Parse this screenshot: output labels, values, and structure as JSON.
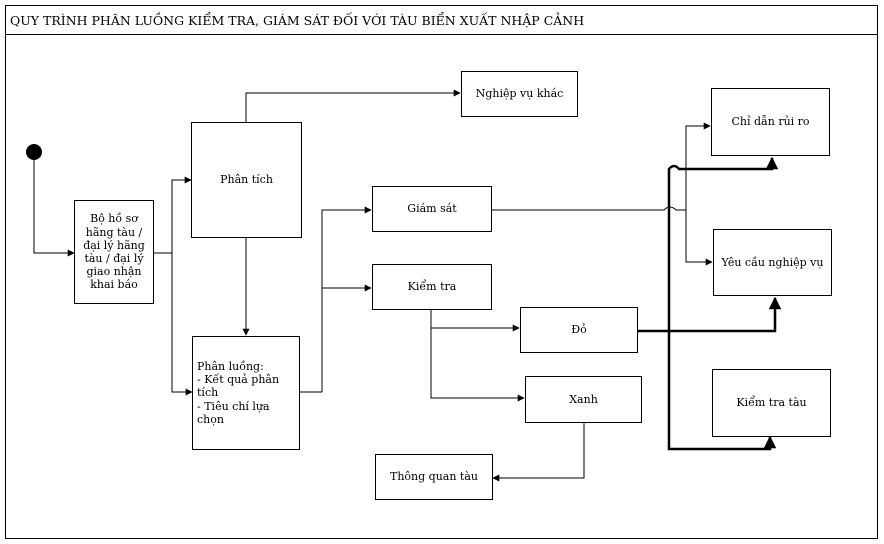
{
  "title": "QUY TRÌNH PHÂN LUỒNG KIỂM TRA, GIÁM SÁT ĐỐI VỚI TÀU BIỂN XUẤT NHẬP CẢNH",
  "nodes": {
    "bo_ho_so": "Bộ hồ sơ hãng tàu / đại lý hãng tàu / đại lý giao nhận khai báo",
    "phan_tich": "Phân tích",
    "nghiep_vu_khac": "Nghiệp vụ khác",
    "phan_luong": "Phân luồng:\n- Kết quả phân tích\n- Tiêu chí lựa chọn",
    "giam_sat": "Giám sát",
    "kiem_tra": "Kiểm tra",
    "do": "Đỏ",
    "xanh": "Xanh",
    "thong_quan_tau": "Thông quan tàu",
    "chi_dan_rui_ro": "Chỉ dẫn rủi ro",
    "yeu_cau_nghiep_vu": "Yêu cầu nghiệp vụ",
    "kiem_tra_tau": "Kiểm tra tàu"
  },
  "colors": {
    "line": "#000000",
    "background": "#ffffff"
  }
}
